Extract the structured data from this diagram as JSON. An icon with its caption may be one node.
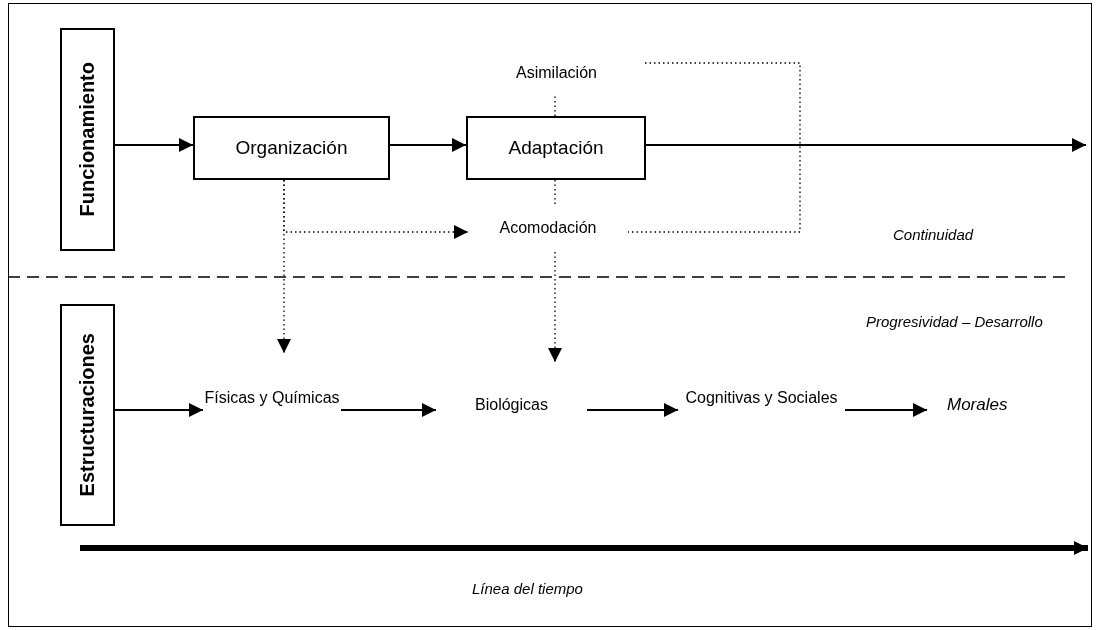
{
  "diagram": {
    "nodes": [
      {
        "text": [
          "Funcionamiento"
        ]
      },
      {
        "text": [
          "Organización"
        ]
      },
      {
        "text": [
          "Adaptación"
        ]
      },
      {
        "text": [
          "Asimilación"
        ]
      },
      {
        "text": [
          "Acomodación"
        ]
      },
      {
        "text": [
          "Estructuraciones"
        ]
      },
      {
        "text": [
          "Físicas y Químicas"
        ]
      },
      {
        "text": [
          "Biológicas"
        ]
      },
      {
        "text": [
          "Cognitivas y Sociales"
        ]
      },
      {
        "text": [
          "Morales"
        ]
      }
    ],
    "edges": [
      {
        "from": 0,
        "to": 1,
        "arrow": "to"
      },
      {
        "from": 1,
        "to": 2,
        "arrow": "to"
      },
      {
        "from": 2,
        "to": null,
        "arrow": "to"
      },
      {
        "from": 1,
        "to": 6,
        "arrow": "to",
        "style": "dashed"
      },
      {
        "from": 1,
        "to": 4,
        "arrow": "to",
        "style": "dashed"
      },
      {
        "from": 2,
        "to": 3,
        "arrow": "none",
        "style": "dashed"
      },
      {
        "from": 2,
        "to": 4,
        "arrow": "none",
        "style": "dashed"
      },
      {
        "from": 3,
        "to": 4,
        "arrow": "none",
        "style": "dashed"
      },
      {
        "from": 4,
        "to": 7,
        "arrow": "to",
        "style": "dashed"
      },
      {
        "from": 5,
        "to": 6,
        "arrow": "to"
      },
      {
        "from": 6,
        "to": 7,
        "arrow": "to"
      },
      {
        "from": 7,
        "to": 8,
        "arrow": "to"
      },
      {
        "from": 8,
        "to": 9,
        "arrow": "to"
      }
    ],
    "labels": [
      "Continuidad",
      "Progresividad – Desarrollo",
      "Línea del tiempo"
    ]
  }
}
